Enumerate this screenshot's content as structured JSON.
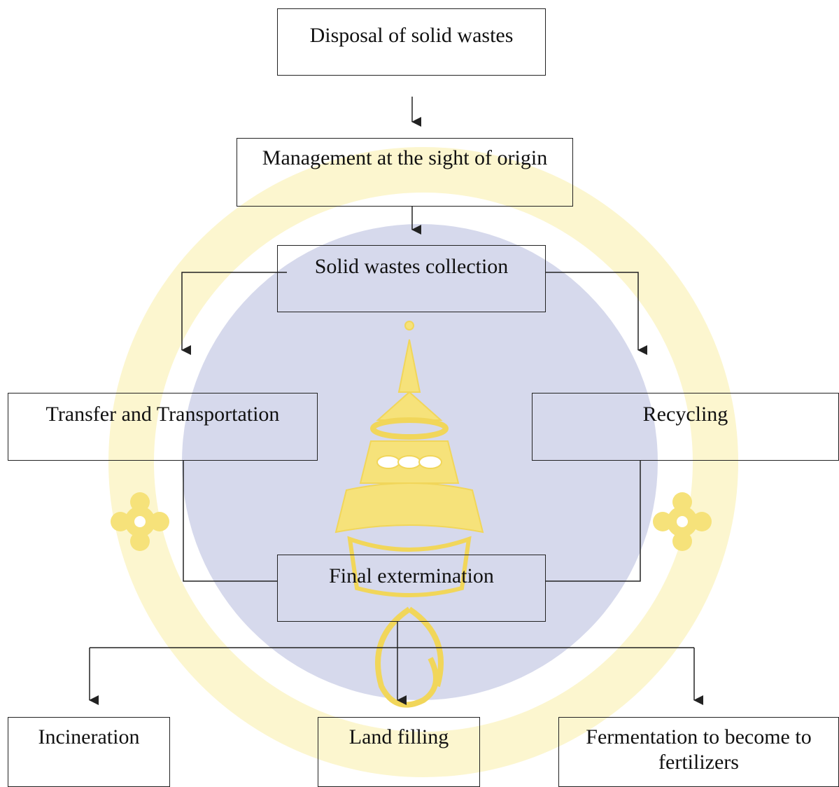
{
  "diagram": {
    "nodes": {
      "disposal": "Disposal of solid wastes",
      "management": "Management at the sight of origin",
      "collection": "Solid wastes collection",
      "transfer": "Transfer and Transportation",
      "recycling": "Recycling",
      "final": "Final extermination",
      "incineration": "Incineration",
      "landfilling": "Land filling",
      "fermentation": "Fermentation to become to fertilizers"
    }
  },
  "colors": {
    "line": "#222222",
    "watermark_blue": "#d6d9ec",
    "watermark_gold": "#f4e48c"
  }
}
